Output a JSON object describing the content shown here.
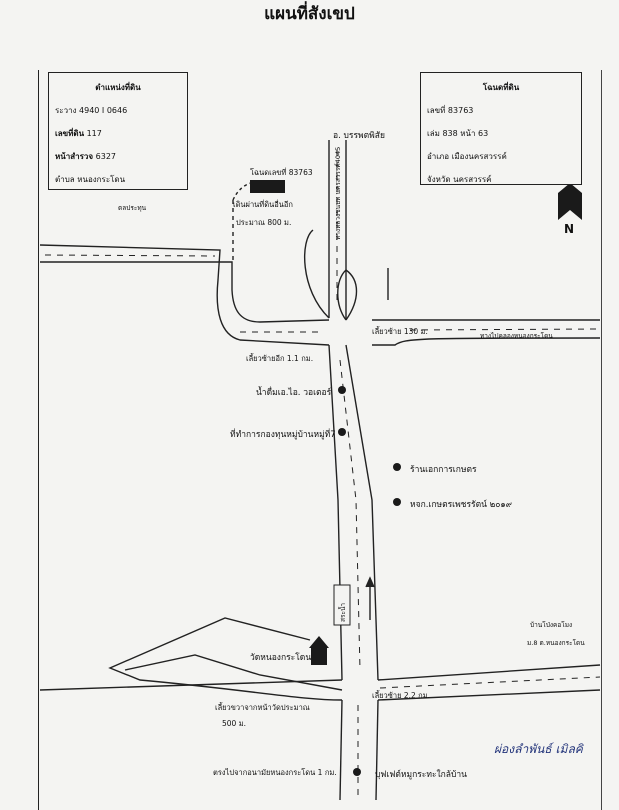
{
  "title": "แผนที่สังเขป",
  "land_position_box": {
    "heading": "ตำแหน่งที่ดิน",
    "rawang": "ระวาง 4940 I 0646",
    "land_no_label": "เลขที่ดิน",
    "land_no": "117",
    "survey_page_label": "หน้าสำรวจ",
    "survey_page": "6327",
    "subdistrict_label": "ตำบล",
    "subdistrict": "หนองกระโดน"
  },
  "title_deed_box": {
    "heading": "โฉนดที่ดิน",
    "deed_no": "เลขที่ 83763",
    "book_page": "เล่ม 838  หน้า 63",
    "district": "อำเภอ เมืองนครสวรรค์",
    "province": "จังหวัด นครสวรรค์"
  },
  "north_label": "N",
  "map_labels": {
    "district_top": "อ. บรรพตพิสัย",
    "deed_marker": "โฉนดเลขที่ 83763",
    "walk_through": "เดินผ่านที่ดินอื่นอีก",
    "approx_800": "ประมาณ 800 ม.",
    "canal_gate": "ตลประทุน",
    "highway": "ทางหลวงชนบท นครสวรรค์4045",
    "turn_left_130": "เลี้ยวซ้าย 130 ม.",
    "to_canal": "ทางไปคลองหนองกระโดน",
    "turn_left_again": "เลี้ยวซ้ายอีก 1.1 กม.",
    "water_shop": "น้ำดื่มเอ.ไอ. วอเตอร์",
    "village_fund": "ที่ทำการกองทุนหมู่บ้านหมู่ที่7",
    "agri_shop": "ร้านเอกการเกษตร",
    "agri_partnership": "หจก.เกษตรเพชรรัตน์ ๒๐๑๙",
    "pond": "สระน้ำ",
    "temple": "วัดหนองกระโดน",
    "village_east": "บ้านโป่งคอโมง",
    "village_east_2": "ม.8 ต.หนองกระโดน",
    "turn_right_temple": "เลี้ยวขวาจากหน้าวัดประมาณ",
    "approx_500": "500 ม.",
    "turn_left_22": "เลี้ยวซ้าย 2.2 กม.",
    "straight_from_clinic": "ตรงไปจากอนามัยหนองกระโดน 1 กม.",
    "buffet": "บุฟเฟต์หมูกระทะใกล้บ้าน"
  },
  "signature": "ผ่องลำพันธ์ เมิลคิ"
}
